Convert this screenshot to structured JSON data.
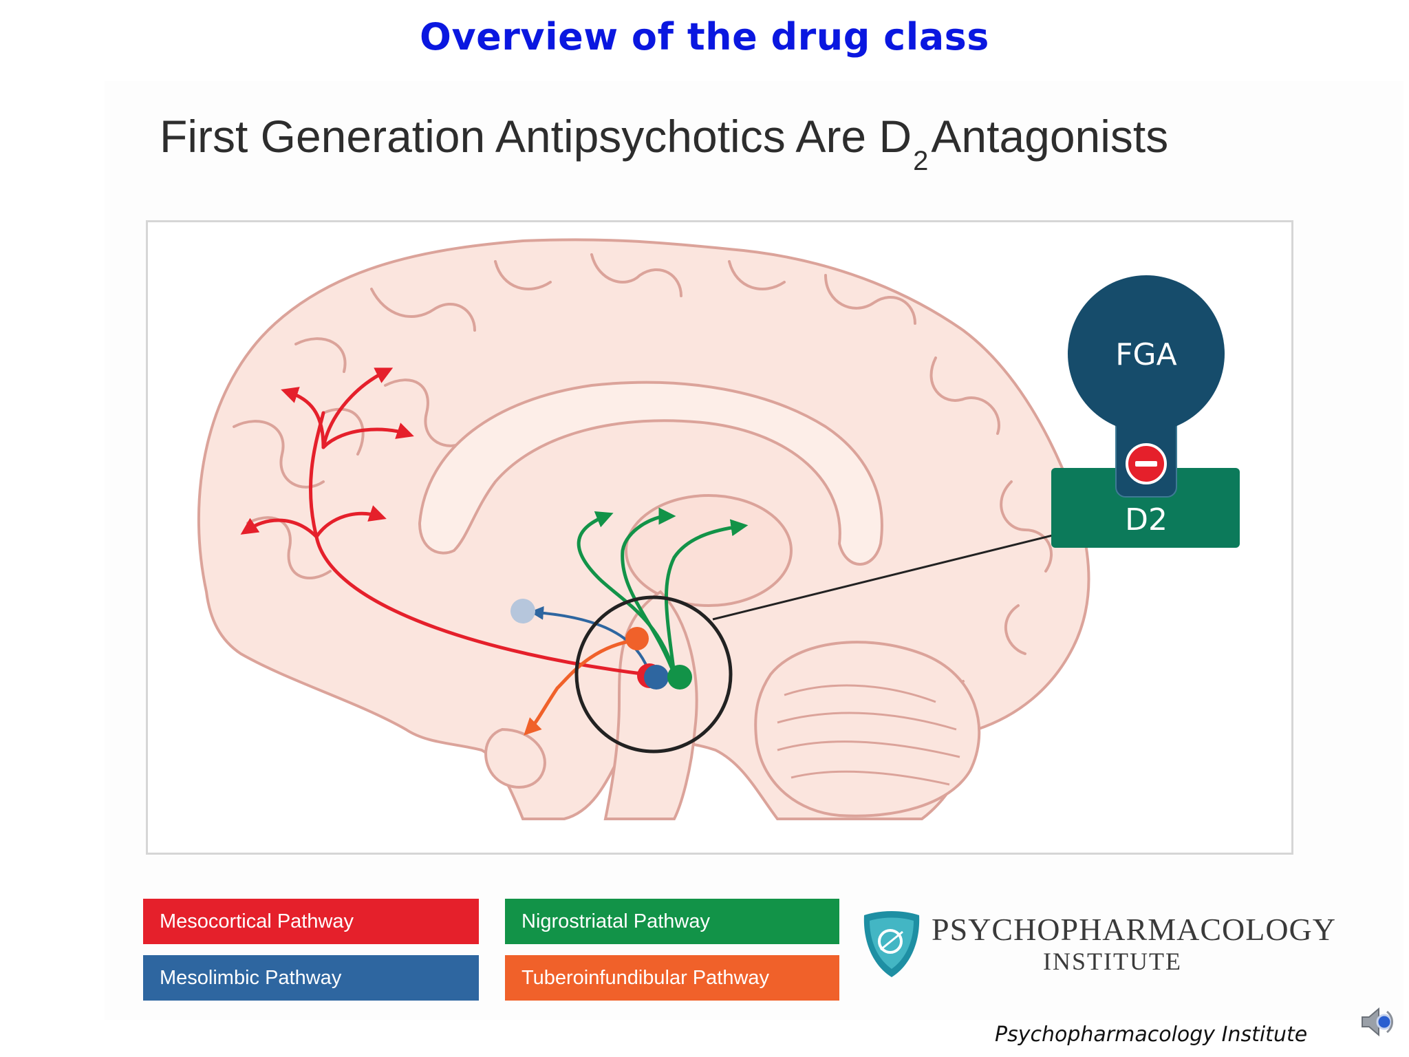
{
  "slide": {
    "title": "Overview of the drug class"
  },
  "figure": {
    "title_main": "First Generation Antipsychotics Are D",
    "title_sub": "2",
    "title_end": "Antagonists"
  },
  "receptor": {
    "drug_label": "FGA",
    "receptor_label": "D2"
  },
  "legend": [
    {
      "label": "Mesocortical Pathway",
      "color": "#e5202b"
    },
    {
      "label": "Mesolimbic Pathway",
      "color": "#2e66a0"
    },
    {
      "label": "Nigrostriatal Pathway",
      "color": "#129348"
    },
    {
      "label": "Tuberoinfundibular Pathway",
      "color": "#f0612a"
    }
  ],
  "logo": {
    "line1": "PSYCHOPHARMACOLOGY",
    "line2": "INSTITUTE"
  },
  "credit": "Psychopharmacology Institute",
  "colors": {
    "title_blue": "#0a17e0",
    "brain_fill": "#fbe5de",
    "brain_outline": "#dba39a",
    "fga_circle": "#164c6b",
    "d2_block": "#0c7a5a",
    "inhibit_red": "#e5202b"
  },
  "icons": [
    "speaker-icon",
    "minus-icon",
    "logo-shield-icon"
  ]
}
